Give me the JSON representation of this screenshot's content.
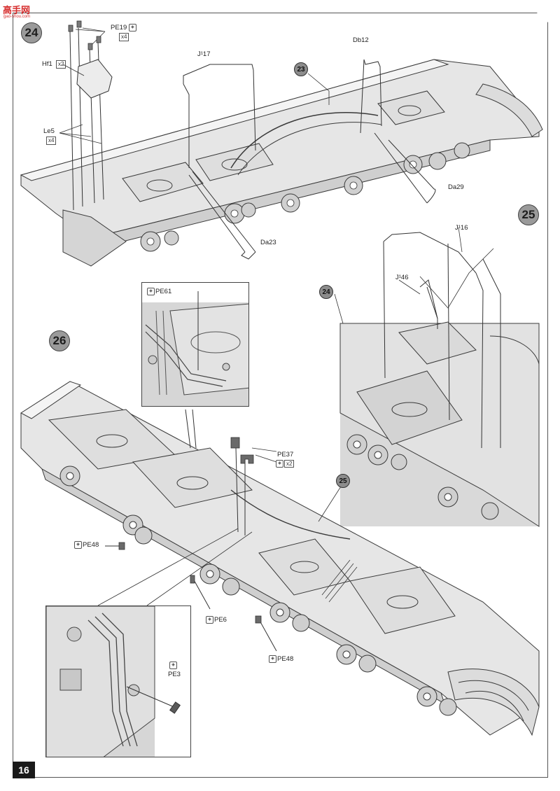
{
  "watermark": {
    "logo_text": "高手网",
    "url_text": "gao-shou.com"
  },
  "page_number": "16",
  "steps": {
    "s24": "24",
    "s25": "25",
    "s26": "26"
  },
  "refs": {
    "r23": "23",
    "r24": "24",
    "r25": "25"
  },
  "parts": {
    "pe19": "PE19",
    "pe19_qty": "x4",
    "hf1": "Hf1",
    "hf1_qty": "x2",
    "le5": "Le5",
    "le5_qty": "x4",
    "j17": "J¹17",
    "db12": "Db12",
    "da23": "Da23",
    "da29": "Da29",
    "j16": "J¹16",
    "j46": "J¹46",
    "pe61": "PE61",
    "pe37": "PE37",
    "pe37_qty": "x2",
    "pe48a": "PE48",
    "pe6": "PE6",
    "pe48b": "PE48",
    "pe3": "PE3"
  },
  "colors": {
    "hull_fill": "#e6e6e6",
    "hull_stroke": "#3a3a3a",
    "badge_fill": "#9a9a9a",
    "inset_fill": "#d9d9d9"
  }
}
